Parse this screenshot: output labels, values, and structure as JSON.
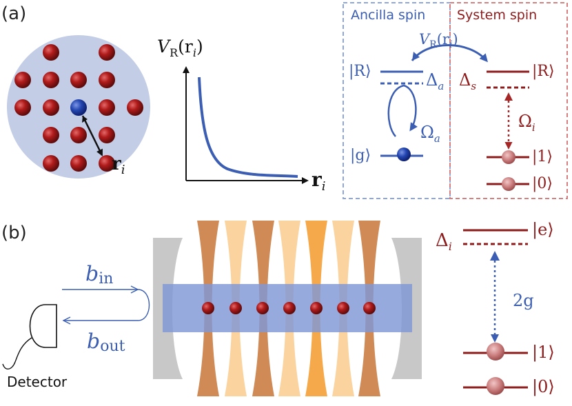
{
  "panel_a": {
    "label": "(a)",
    "r_i": "r",
    "r_i_sub": "i",
    "potential_label": "V",
    "potential_sub": "R",
    "potential_arg": "(r",
    "potential_arg_sub": "i",
    "potential_close": ")",
    "axis_x": "r",
    "axis_x_sub": "i",
    "ancilla_title": "Ancilla spin",
    "system_title": "System spin",
    "coupling": "V",
    "coupling_sub": "R",
    "coupling_arg": "(r",
    "coupling_arg_sub": "i",
    "coupling_close": ")",
    "ket_R_left": "|R⟩",
    "ket_R_right": "|R⟩",
    "ket_g": "|g⟩",
    "ket_1": "|1⟩",
    "ket_0": "|0⟩",
    "delta_a": "Δ",
    "delta_a_sub": "a",
    "delta_s": "Δ",
    "delta_s_sub": "s",
    "omega_a": "Ω",
    "omega_a_sub": "a",
    "omega_i": "Ω",
    "omega_i_sub": "i"
  },
  "panel_b": {
    "label": "(b)",
    "b_in": "b",
    "b_in_sub": "in",
    "b_out": "b",
    "b_out_sub": "out",
    "detector": "Detector",
    "delta_i": "Δ",
    "delta_i_sub": "i",
    "ket_e": "|e⟩",
    "ket_1": "|1⟩",
    "ket_0": "|0⟩",
    "coupling": "2g"
  },
  "colors": {
    "blue": "#3b5eb3",
    "red": "#8e1b1b",
    "light_blue_disk": "#c3cde6",
    "cavity_beam": "#7f97d6",
    "mirror": "#c8c8c8",
    "beam_dark": "#d08a55",
    "beam_light": "#fbd39e",
    "beam_mid": "#f6a94a"
  }
}
